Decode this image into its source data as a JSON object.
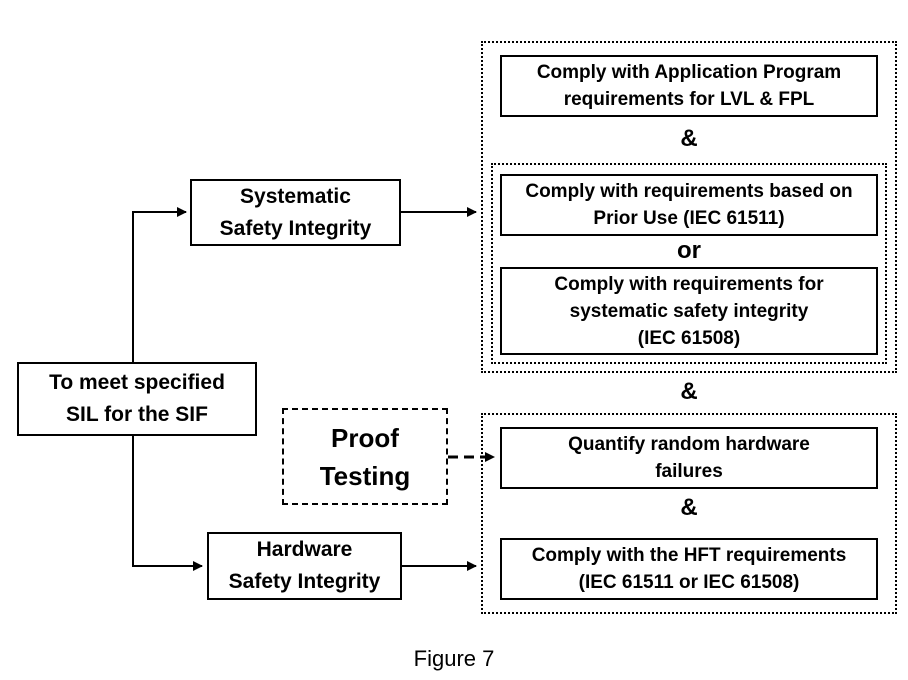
{
  "nodes": {
    "root": [
      "To meet specified",
      "SIL for the SIF"
    ],
    "systematic": [
      "Systematic",
      "Safety Integrity"
    ],
    "hardware": [
      "Hardware",
      "Safety Integrity"
    ],
    "proof": [
      "Proof",
      "Testing"
    ],
    "app_program": [
      "Comply with Application Program",
      "requirements for LVL & FPL"
    ],
    "prior_use": [
      "Comply with requirements based on",
      "Prior Use (IEC 61511)"
    ],
    "systematic_req": [
      "Comply with requirements for",
      "systematic safety integrity",
      "(IEC 61508)"
    ],
    "random_hw": [
      "Quantify random hardware",
      "failures"
    ],
    "hft": [
      "Comply with the HFT requirements",
      "(IEC 61511 or IEC 61508)"
    ]
  },
  "connectors": {
    "and": "&",
    "or": "or"
  },
  "caption": "Figure 7"
}
